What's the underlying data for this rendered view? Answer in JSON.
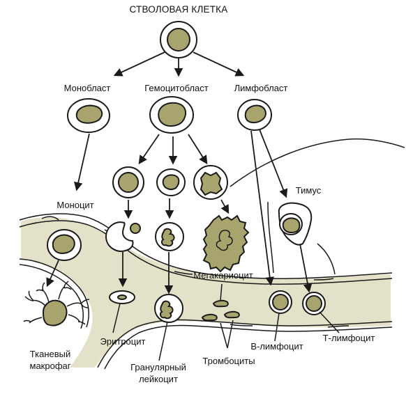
{
  "title": "СТВОЛОВАЯ КЛЕТКА",
  "colors": {
    "nucleus": "#a7a46d",
    "vessel": "#e3e1c8",
    "outline": "#1a1a1a"
  },
  "labels": {
    "monoblast": "Монобласт",
    "hemocytoblast": "Гемоцитобласт",
    "lymphoblast": "Лимфобласт",
    "monocyte": "Моноцит",
    "thymus": "Тимус",
    "megakaryocyte": "Мегакариоцит",
    "erythrocyte": "Эритроцит",
    "macrophage_line1": "Тканевый",
    "macrophage_line2": "макрофаг",
    "granulocyte_line1": "Гранулярный",
    "granulocyte_line2": "лейкоцит",
    "platelets": "Тромбоциты",
    "b_lymphocyte": "В-лимфоцит",
    "t_lymphocyte": "Т-лимфоцит"
  }
}
